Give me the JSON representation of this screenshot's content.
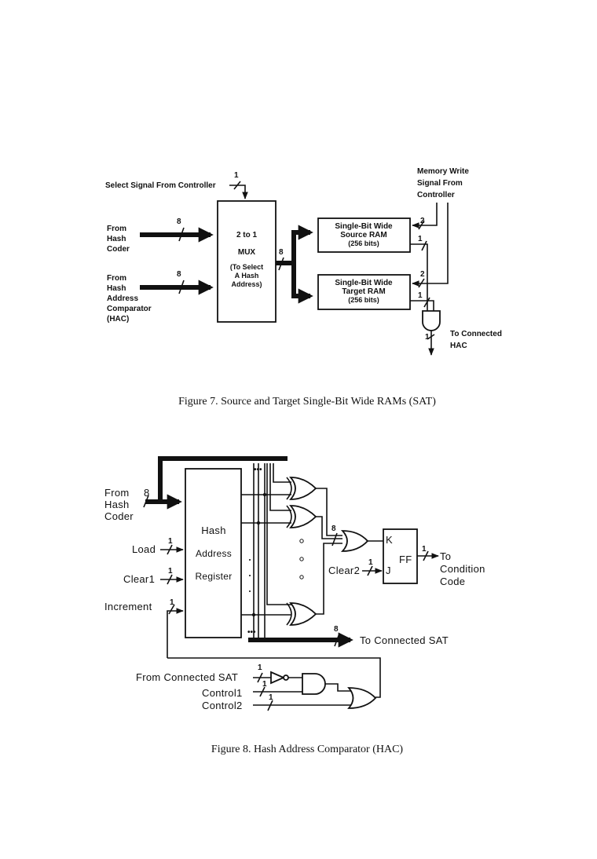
{
  "figure7": {
    "caption": "Figure 7. Source and Target Single-Bit Wide RAMs (SAT)",
    "select_signal": "Select Signal From Controller",
    "select_width": "1",
    "input1": [
      "From",
      "Hash",
      "Coder"
    ],
    "input1_width": "8",
    "input2": [
      "From",
      "Hash",
      "Address",
      "Comparator",
      "(HAC)"
    ],
    "input2_width": "8",
    "mux": [
      "2 to 1",
      "MUX",
      "(To Select",
      "A Hash",
      "Address)"
    ],
    "mux_out_width": "8",
    "source_ram": [
      "Single-Bit Wide",
      "Source RAM",
      "(256 bits)"
    ],
    "target_ram": [
      "Single-Bit Wide",
      "Target RAM",
      "(256 bits)"
    ],
    "memory_write": [
      "Memory Write",
      "Signal From",
      "Controller"
    ],
    "ram_in_width_1": "2",
    "ram_in_width_2": "2",
    "ram_out_width_1": "1",
    "ram_out_width_2": "1",
    "gate_out_width": "1",
    "output": [
      "To Connected",
      "HAC"
    ]
  },
  "figure8": {
    "caption": "Figure 8. Hash Address Comparator (HAC)",
    "from_hash_coder": [
      "From",
      "Hash",
      "Coder"
    ],
    "input_width": "8",
    "register": [
      "Hash",
      "Address",
      "Register"
    ],
    "load": "Load",
    "load_width": "1",
    "clear1": "Clear1",
    "clear1_width": "1",
    "increment": "Increment",
    "increment_width": "1",
    "or_bus_width": "8",
    "clear2": "Clear2",
    "clear2_width": "1",
    "ff": "FF",
    "ff_k": "K",
    "ff_j": "J",
    "ff_out_width": "1",
    "ff_output": [
      "To",
      "Condition",
      "Code"
    ],
    "sat_out_width": "8",
    "to_connected_sat": "To Connected SAT",
    "from_connected_sat": "From Connected SAT",
    "from_sat_width": "1",
    "control1": "Control1",
    "control1_width": "1",
    "control2": "Control2",
    "control2_width": "1",
    "dots": "•••"
  }
}
